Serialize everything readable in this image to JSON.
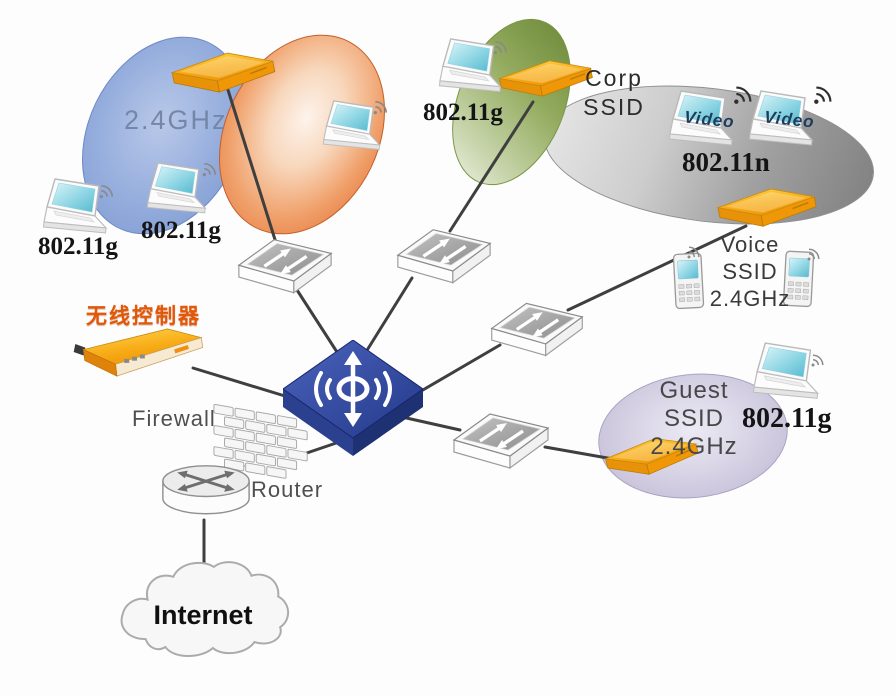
{
  "zones": {
    "wlan24": {
      "label": "2.4GHz",
      "color": "#7e9cd2"
    },
    "signal_orange": {
      "color": "#e4692c"
    },
    "corp": {
      "line1": "Corp",
      "line2": "SSID",
      "color": "#82a040"
    },
    "video": {
      "label": "802.11n",
      "color": "#8c8c8c"
    },
    "voice": {
      "line1": "Voice",
      "line2": "SSID",
      "line3": "2.4GHz"
    },
    "guest": {
      "line1": "Guest",
      "line2": "SSID",
      "line3": "2.4GHz",
      "color": "#c3bed6"
    }
  },
  "clients": {
    "laptop_far_left_label": "802.11g",
    "laptop_left_label": "802.11g",
    "laptop_corp_label": "802.11g",
    "laptop_guest_label": "802.11g",
    "video_left_screen": "Video",
    "video_right_screen": "Video"
  },
  "infrastructure": {
    "controller_label": "无线控制器",
    "firewall_label": "Firewall",
    "router_label": "Router",
    "internet_label": "Internet"
  },
  "colors": {
    "access_point": "#f6a50c",
    "core_switch": "#2e4397",
    "link": "#3f3f3f",
    "controller_label_color": "#e25708",
    "laptop_screen": "#7fcfe0"
  },
  "icons": {
    "core": "wireless-core-switch-icon",
    "access_switch": "lan-switch-icon",
    "access_point": "access-point-icon",
    "laptop": "laptop-icon",
    "ip_phone": "ip-phone-icon",
    "wifi": "wifi-signal-icon",
    "firewall": "brick-wall-icon",
    "router": "router-icon",
    "internet": "cloud-icon",
    "controller": "wireless-controller-icon"
  }
}
